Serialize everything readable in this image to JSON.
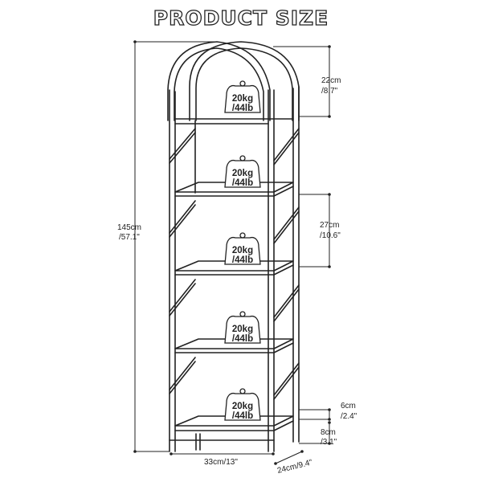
{
  "title": "PRODUCT SIZE",
  "dimensions": {
    "height_total": {
      "cm": "145cm",
      "in": "/57.1\""
    },
    "arch_height": {
      "cm": "22cm",
      "in": "/8.7\""
    },
    "shelf_spacing": {
      "cm": "27cm",
      "in": "/10.6\""
    },
    "bottom_rail": {
      "cm": "6cm",
      "in": "/2.4\""
    },
    "leg_height": {
      "cm": "8cm",
      "in": "/3.1\""
    },
    "width": "33cm/13\"",
    "depth": "24cm/9.4\""
  },
  "shelves": [
    {
      "kg": "20kg",
      "lb": "/44lb"
    },
    {
      "kg": "20kg",
      "lb": "/44lb"
    },
    {
      "kg": "20kg",
      "lb": "/44lb"
    },
    {
      "kg": "20kg",
      "lb": "/44lb"
    },
    {
      "kg": "20kg",
      "lb": "/44lb"
    }
  ],
  "colors": {
    "line": "#222222",
    "background": "#ffffff"
  }
}
